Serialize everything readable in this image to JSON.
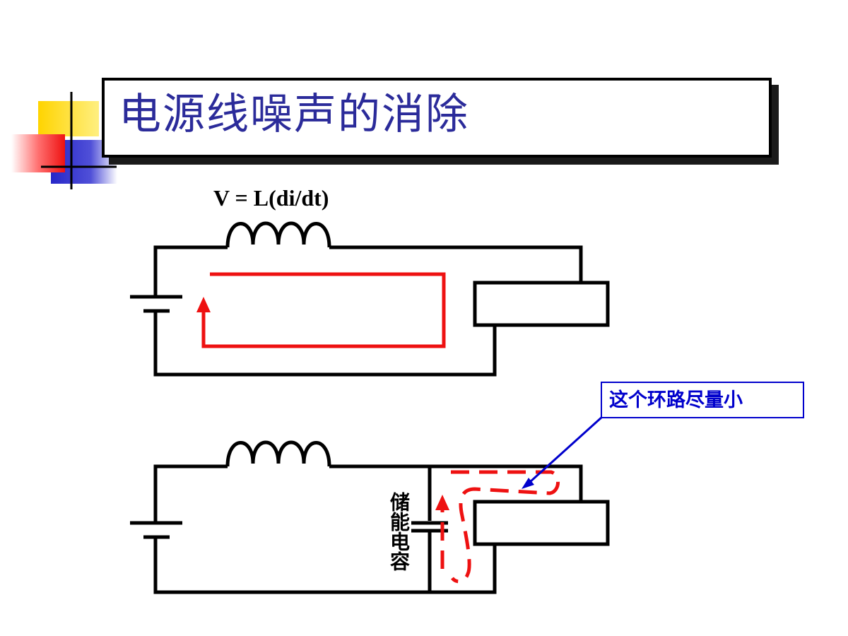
{
  "slide": {
    "title": "电源线噪声的消除",
    "formula": "V = L(di/dt)",
    "capacitor_label": "储能电容",
    "callout": "这个环路尽量小"
  },
  "colors": {
    "title_text": "#2b2b9a",
    "current_loop": "#ee1111",
    "callout": "#0000cc",
    "wire": "#000000"
  },
  "icons": {
    "corner_decoration": "overlapping-colored-squares"
  }
}
